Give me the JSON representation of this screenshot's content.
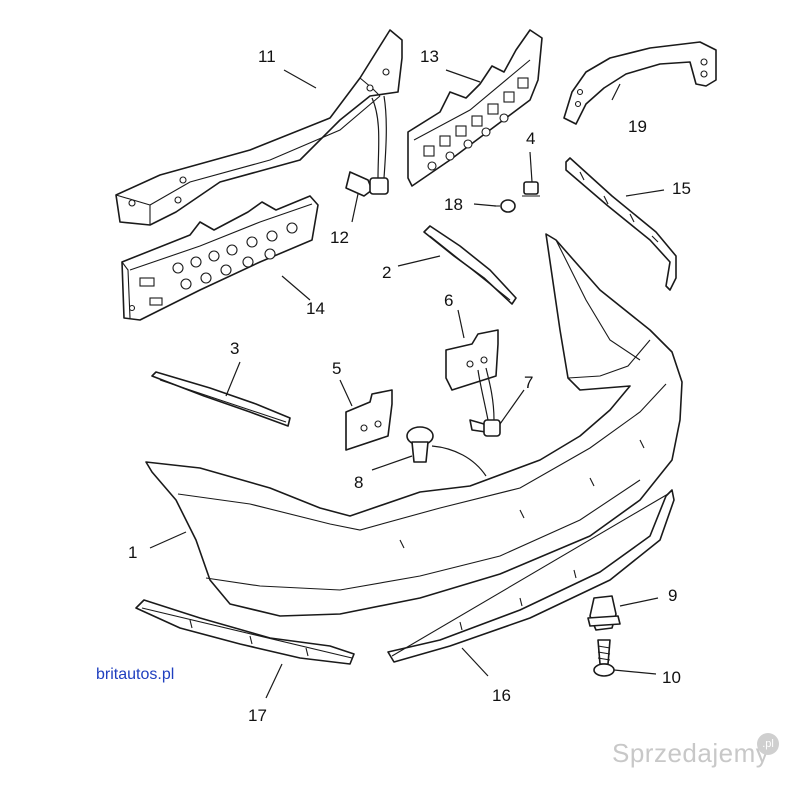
{
  "labels": {
    "p1": "1",
    "p2": "2",
    "p3": "3",
    "p4": "4",
    "p5": "5",
    "p6": "6",
    "p7": "7",
    "p8": "8",
    "p9": "9",
    "p10": "10",
    "p11": "11",
    "p12": "12",
    "p13": "13",
    "p14": "14",
    "p15": "15",
    "p16": "16",
    "p17": "17",
    "p18": "18",
    "p19": "19"
  },
  "site_label": "britautos.pl",
  "watermark": "Sprzedajemy",
  "watermark_badge": ".pl"
}
